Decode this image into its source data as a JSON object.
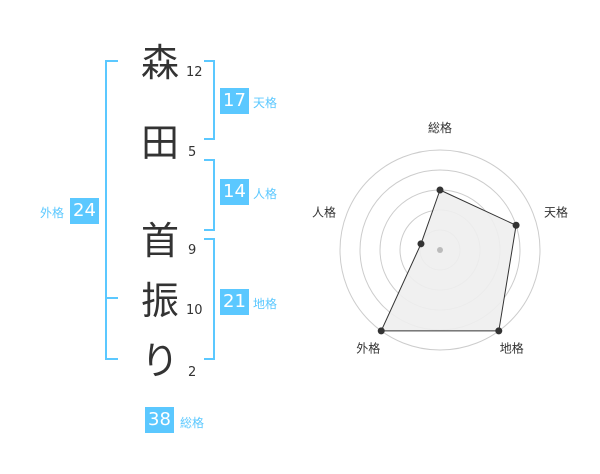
{
  "name": {
    "characters": [
      "森",
      "田",
      "首",
      "振",
      "り"
    ],
    "strokes": [
      "12",
      "5",
      "9",
      "10",
      "2"
    ]
  },
  "fortunes": {
    "tenkaku": {
      "value": "17",
      "label": "天格"
    },
    "jinkaku": {
      "value": "14",
      "label": "人格"
    },
    "chikaku": {
      "value": "21",
      "label": "地格"
    },
    "gaikaku": {
      "value": "24",
      "label": "外格"
    },
    "soukaku": {
      "value": "38",
      "label": "総格"
    }
  },
  "colors": {
    "accent": "#5bc8ff",
    "text": "#333333",
    "grid": "#cccccc",
    "fill": "#eeeeee"
  },
  "chart_data": {
    "type": "radar",
    "axes": [
      "総格",
      "天格",
      "地格",
      "外格",
      "人格"
    ],
    "values": [
      3,
      4,
      5,
      5,
      1
    ],
    "range": [
      0,
      5
    ]
  }
}
